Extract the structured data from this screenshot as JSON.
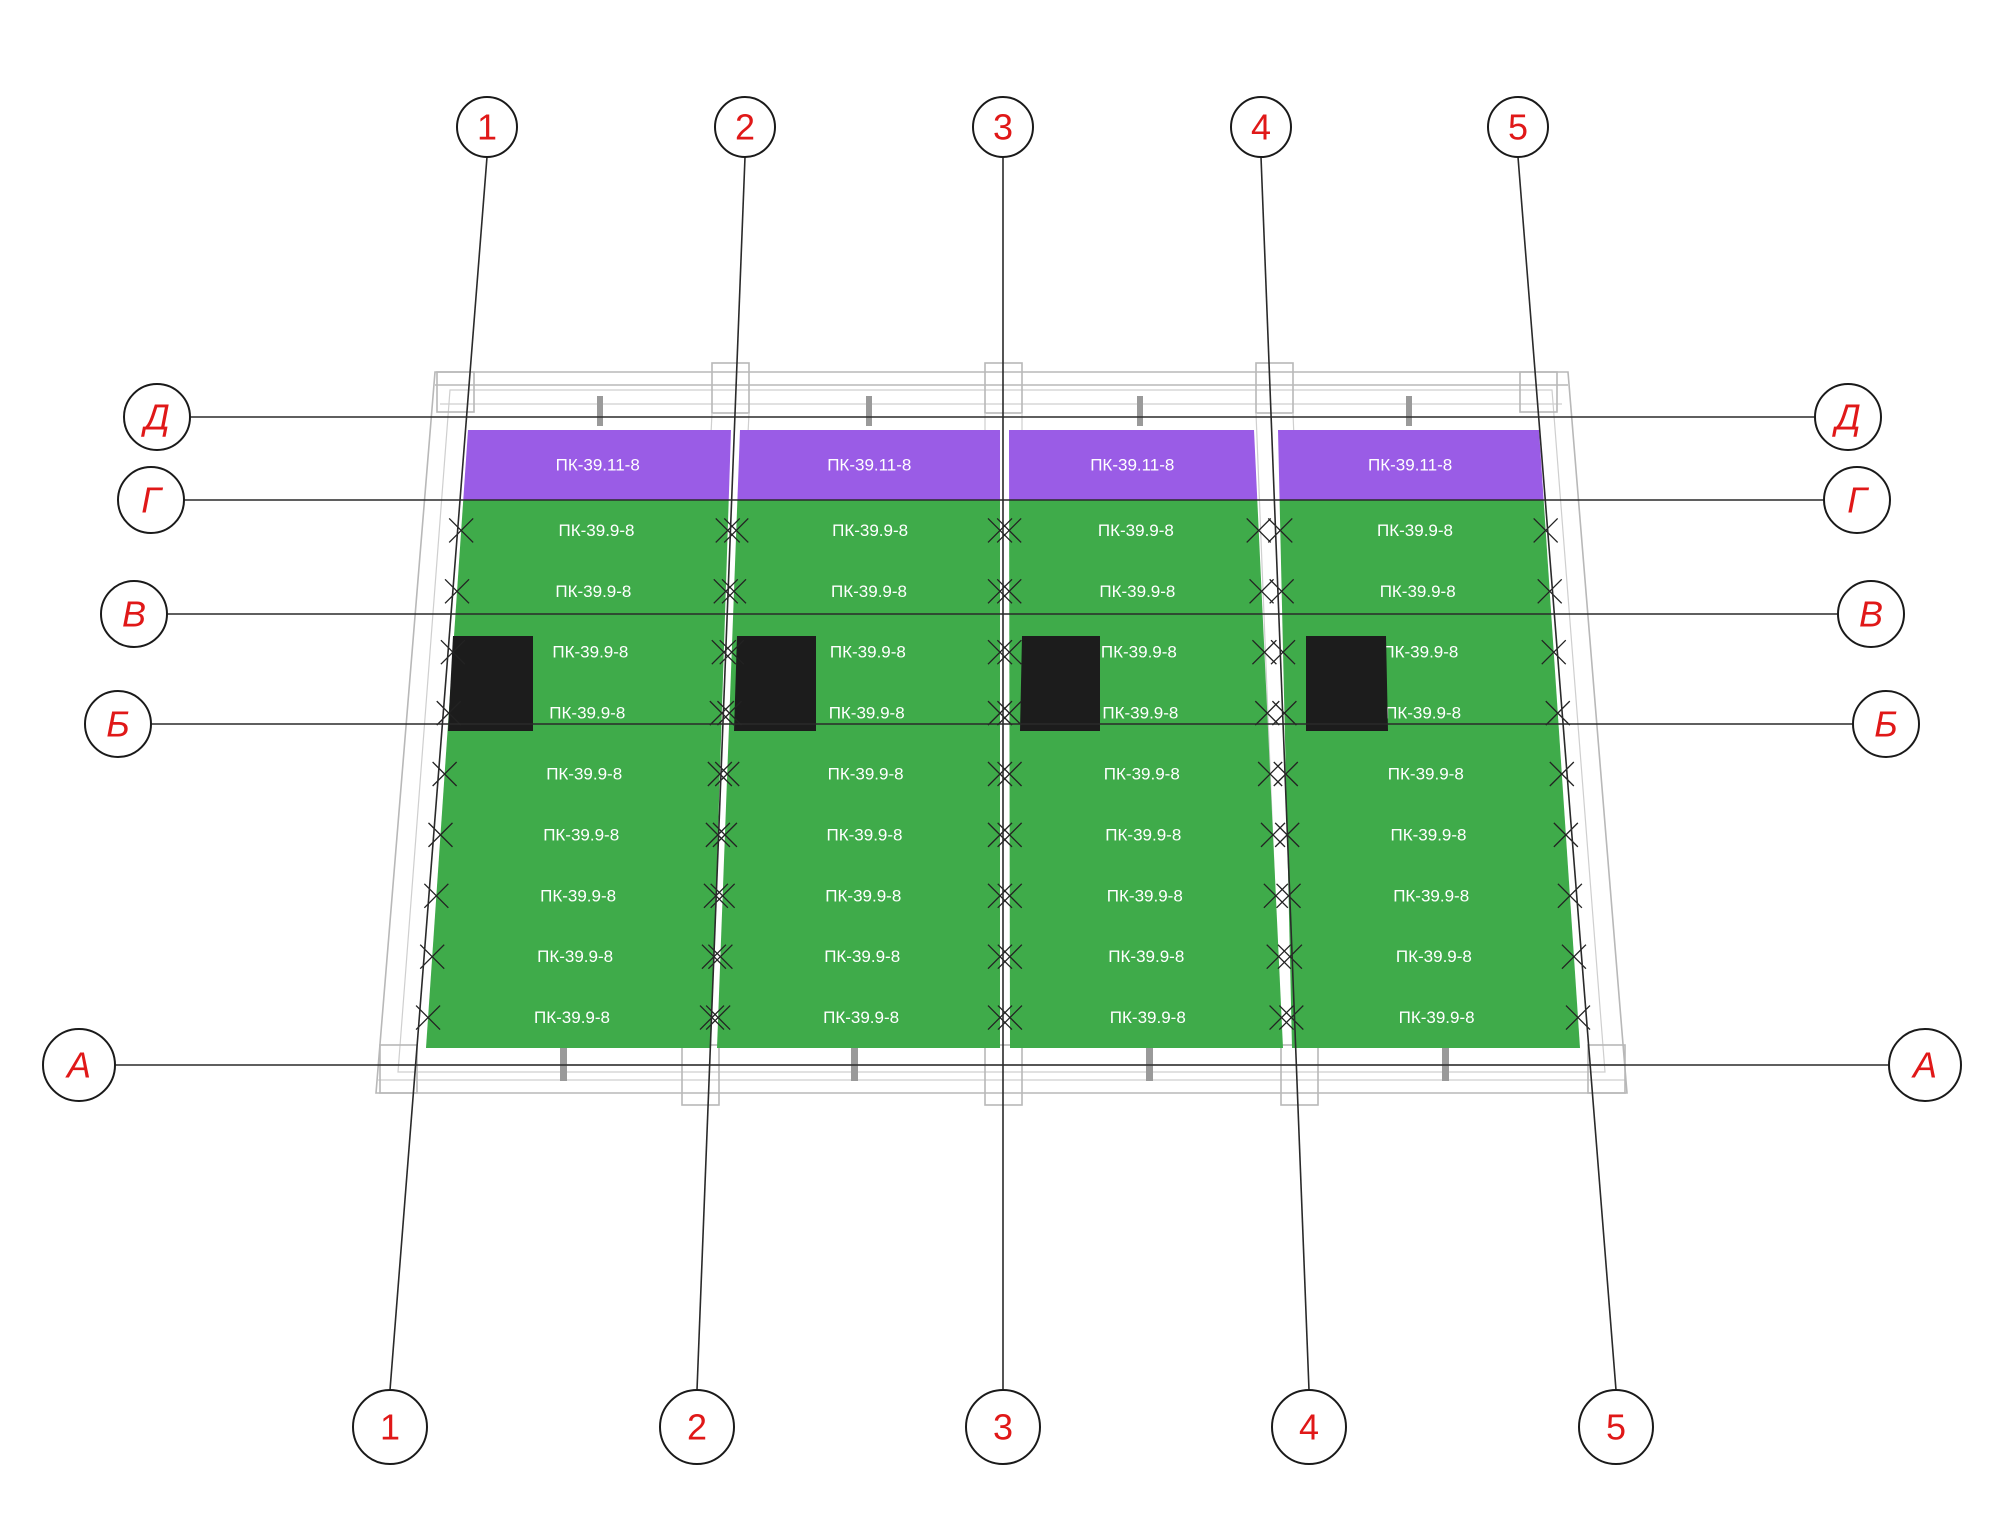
{
  "plan": {
    "column_axes": [
      "1",
      "2",
      "3",
      "4",
      "5"
    ],
    "row_axes": [
      "Д",
      "Г",
      "В",
      "Б",
      "А"
    ],
    "bays": [
      {
        "top_slab": "ПК-39.11-8",
        "slabs": [
          "ПК-39.9-8",
          "ПК-39.9-8",
          "ПК-39.9-8",
          "ПК-39.9-8",
          "ПК-39.9-8",
          "ПК-39.9-8",
          "ПК-39.9-8",
          "ПК-39.9-8",
          "ПК-39.9-8"
        ]
      },
      {
        "top_slab": "ПК-39.11-8",
        "slabs": [
          "ПК-39.9-8",
          "ПК-39.9-8",
          "ПК-39.9-8",
          "ПК-39.9-8",
          "ПК-39.9-8",
          "ПК-39.9-8",
          "ПК-39.9-8",
          "ПК-39.9-8",
          "ПК-39.9-8"
        ]
      },
      {
        "top_slab": "ПК-39.11-8",
        "slabs": [
          "ПК-39.9-8",
          "ПК-39.9-8",
          "ПК-39.9-8",
          "ПК-39.9-8",
          "ПК-39.9-8",
          "ПК-39.9-8",
          "ПК-39.9-8",
          "ПК-39.9-8",
          "ПК-39.9-8"
        ]
      },
      {
        "top_slab": "ПК-39.11-8",
        "slabs": [
          "ПК-39.9-8",
          "ПК-39.9-8",
          "ПК-39.9-8",
          "ПК-39.9-8",
          "ПК-39.9-8",
          "ПК-39.9-8",
          "ПК-39.9-8",
          "ПК-39.9-8",
          "ПК-39.9-8"
        ]
      }
    ],
    "colors": {
      "slab_green": "#3fab4a",
      "slab_purple": "#9a5ce6",
      "opening": "#1c1c1c",
      "axis_label": "#e01818"
    }
  }
}
